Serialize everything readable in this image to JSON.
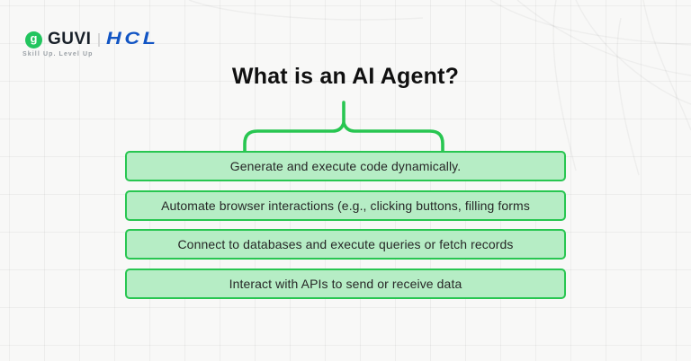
{
  "colors": {
    "background": "#f8f8f7",
    "accent_green": "#28c651",
    "box_fill": "#b6edc5",
    "logo_green": "#22c55e",
    "hcl_blue": "#1255c4",
    "title_text": "#101010"
  },
  "header": {
    "logo": {
      "icon": "guvi-logo-icon",
      "icon_glyph": "g",
      "brand": "GUVI",
      "partner": "HCL",
      "tagline": "Skill Up. Level Up"
    }
  },
  "title": "What is an AI Agent?",
  "diagram": {
    "connector": "brace",
    "items": [
      {
        "label": "Generate and execute code dynamically."
      },
      {
        "label": "Automate browser interactions (e.g., clicking buttons, filling forms"
      },
      {
        "label": "Connect to databases and execute queries or fetch records"
      },
      {
        "label": "Interact with APIs to send or receive data"
      }
    ]
  }
}
